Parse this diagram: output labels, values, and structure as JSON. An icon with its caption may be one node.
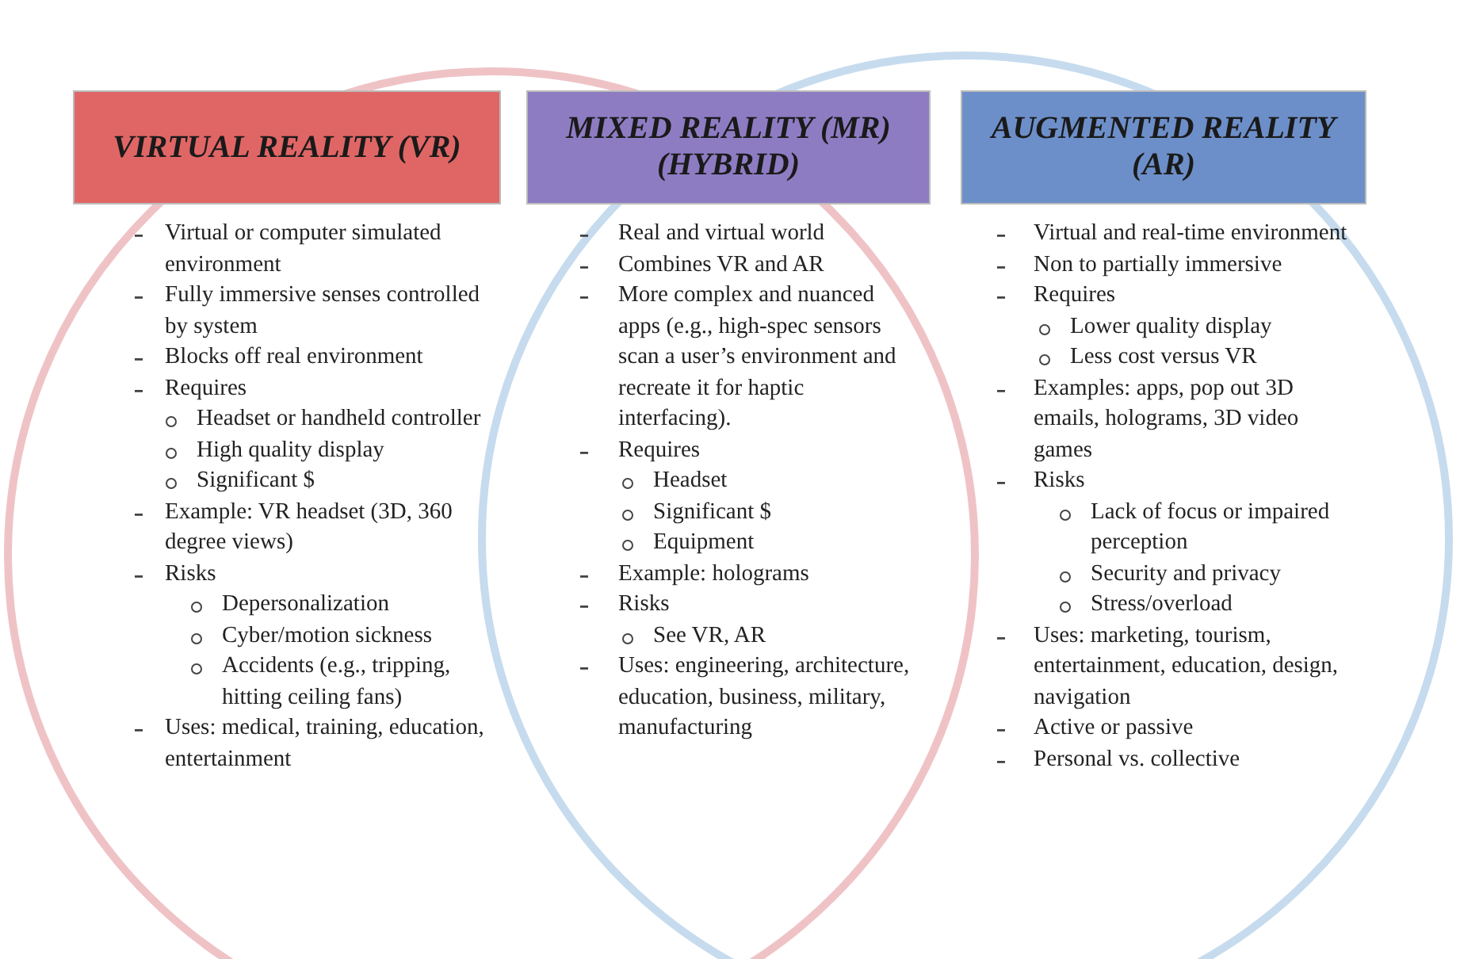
{
  "diagram": {
    "nodes": [
      {
        "text": [
          "VIRTUAL REALITY (VR)"
        ],
        "beside": [
          "Virtual or computer simulated environment",
          "Fully immersive senses controlled by system",
          "Blocks off real environment",
          "Requires",
          "Headset or handheld controller",
          "High quality display",
          "Significant $",
          "Example: VR headset (3D, 360 degree views)",
          "Risks",
          "Depersonalization",
          "Cyber/motion sickness",
          "Accidents (e.g., tripping, hitting ceiling fans)",
          "Uses: medical, training, education, entertainment"
        ]
      },
      {
        "text": [
          "MIXED REALITY (MR) (HYBRID)"
        ],
        "beside": [
          "Real and virtual world",
          "Combines VR and AR",
          "More complex and nuanced apps (e.g., high-spec sensors scan a user’s environment and recreate it for haptic interfacing).",
          "Requires",
          "Headset",
          "Significant $",
          "Equipment",
          "Example: holograms",
          "Risks",
          "See VR, AR",
          "Uses: engineering, architecture, education, business, military, manufacturing"
        ]
      },
      {
        "text": [
          "AUGMENTED REALITY (AR)"
        ],
        "beside": [
          "Virtual and real-time environment",
          "Non to partially immersive",
          "Requires",
          "Lower quality display",
          "Less cost versus VR",
          "Examples: apps, pop out 3D emails, holograms, 3D video games",
          "Risks",
          "Lack of focus or impaired perception",
          "Security and privacy",
          "Stress/overload",
          "Uses: marketing, tourism, entertainment, education, design, navigation",
          "Active or passive",
          "Personal vs. collective"
        ]
      }
    ]
  }
}
